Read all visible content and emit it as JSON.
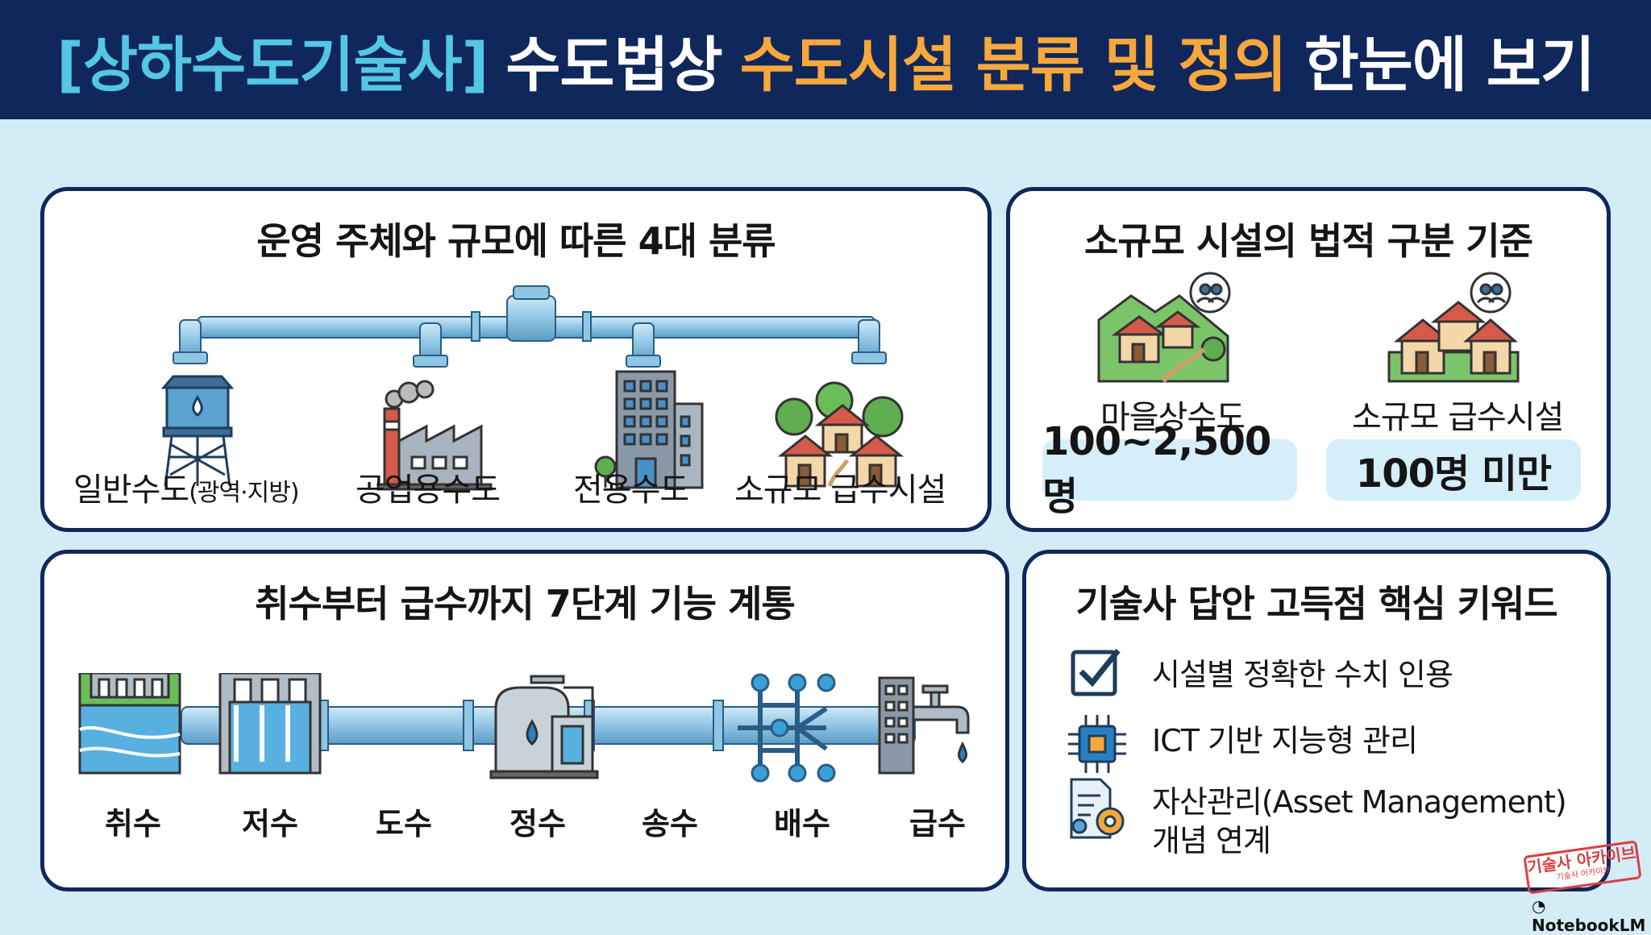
{
  "header": {
    "part1": "[상하수도기술사]",
    "part2": "수도법상",
    "part3": "수도시설 분류 및 정의",
    "part4": "한눈에 보기"
  },
  "classification": {
    "title": "운영 주체와 규모에 따른 4대 분류",
    "items": [
      {
        "label": "일반수도",
        "sub": "(광역·지방)",
        "icon": "water-tower-icon"
      },
      {
        "label": "공업용수도",
        "icon": "factory-icon"
      },
      {
        "label": "전용수도",
        "icon": "building-icon"
      },
      {
        "label": "소규모 급수시설",
        "icon": "village-houses-icon"
      }
    ]
  },
  "small_scale": {
    "title": "소규모 시설의 법적 구분 기준",
    "items": [
      {
        "label": "마을상수도",
        "criteria": "100~2,500명",
        "icon": "village-icon"
      },
      {
        "label": "소규모 급수시설",
        "criteria": "100명 미만",
        "icon": "houses-icon"
      }
    ]
  },
  "stages": {
    "title": "취수부터 급수까지 7단계 기능 계통",
    "items": [
      "취수",
      "저수",
      "도수",
      "정수",
      "송수",
      "배수",
      "급수"
    ]
  },
  "keywords": {
    "title": "기술사 답안 고득점 핵심 키워드",
    "items": [
      {
        "line1": "시설별 정확한 수치 인용",
        "line2": "",
        "icon": "checkbox-icon"
      },
      {
        "line1": "ICT 기반 지능형 관리",
        "line2": "",
        "icon": "chip-icon"
      },
      {
        "line1": "자산관리(Asset Management)",
        "line2": "개념 연계",
        "icon": "document-gear-icon"
      }
    ]
  },
  "stamp": {
    "line1": "기술사 아카이브",
    "line2": "기술사 아카이브"
  },
  "brand": "NotebookLM",
  "colors": {
    "navy": "#10275c",
    "cyan": "#53c7e4",
    "orange": "#f7a83a",
    "panel_bg": "#ffffff",
    "page_bg": "#d4ecf6",
    "pipe": "#8fc6e4"
  }
}
